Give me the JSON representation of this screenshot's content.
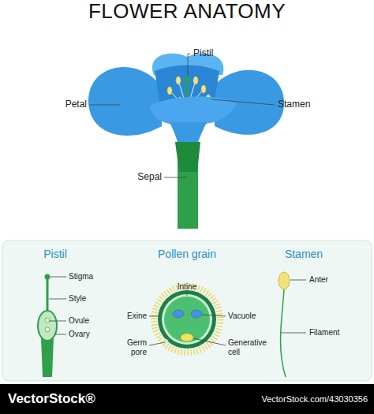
{
  "diagram": {
    "title": "FLOWER ANATOMY",
    "labels": [
      "Pistil",
      "Petal",
      "Stamen",
      "Sepal",
      "Pistil",
      "Pollen grain",
      "Stamen",
      "Stigma",
      "Style",
      "Ovule",
      "Ovary",
      "Intine",
      "Exine",
      "Vacuole",
      "Germ pore",
      "Generative cell",
      "Anter",
      "Filament",
      "VectorStock®",
      "VectorStock.com/43030356"
    ]
  }
}
